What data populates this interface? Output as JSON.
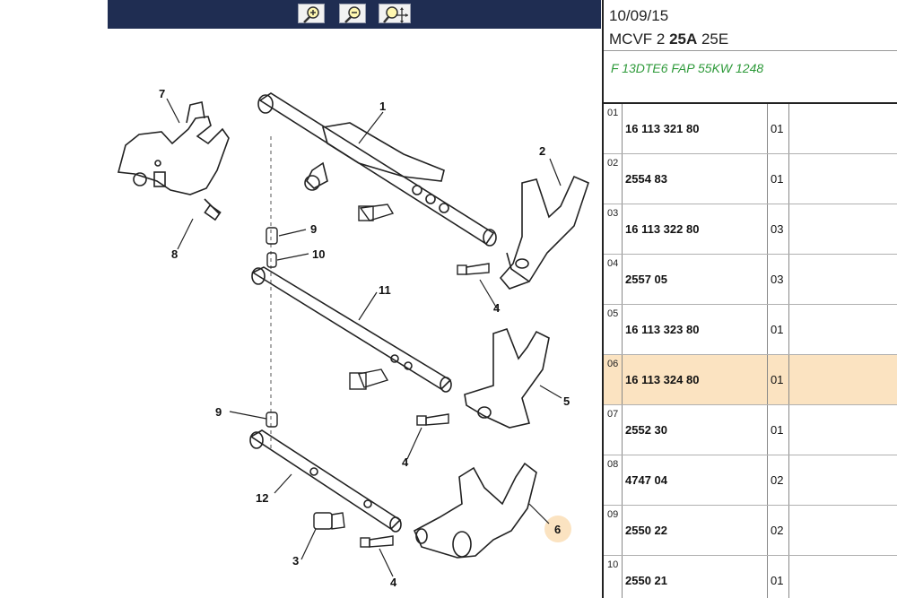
{
  "toolbar": {
    "buttons": [
      {
        "name": "zoom-in-icon"
      },
      {
        "name": "zoom-out-icon"
      },
      {
        "name": "zoom-pan-icon"
      }
    ]
  },
  "header": {
    "date": "10/09/15",
    "model_prefix": "MCVF 2 ",
    "model_bold": "25A",
    "model_suffix": " 25E",
    "engine": "F 13DTE6 FAP 55KW 1248"
  },
  "parts": [
    {
      "index": "01",
      "ref": "16 113 321 80",
      "qty": "01",
      "selected": false
    },
    {
      "index": "02",
      "ref": "2554 83",
      "qty": "01",
      "selected": false
    },
    {
      "index": "03",
      "ref": "16 113 322 80",
      "qty": "03",
      "selected": false
    },
    {
      "index": "04",
      "ref": "2557 05",
      "qty": "03",
      "selected": false
    },
    {
      "index": "05",
      "ref": "16 113 323 80",
      "qty": "01",
      "selected": false
    },
    {
      "index": "06",
      "ref": "16 113 324 80",
      "qty": "01",
      "selected": true
    },
    {
      "index": "07",
      "ref": "2552 30",
      "qty": "01",
      "selected": false
    },
    {
      "index": "08",
      "ref": "4747 04",
      "qty": "02",
      "selected": false
    },
    {
      "index": "09",
      "ref": "2550 22",
      "qty": "02",
      "selected": false
    },
    {
      "index": "10",
      "ref": "2550 21",
      "qty": "01",
      "selected": false
    }
  ],
  "diagram": {
    "callouts": [
      "1",
      "2",
      "3",
      "4",
      "4",
      "4",
      "5",
      "6",
      "7",
      "8",
      "9",
      "9",
      "10",
      "11",
      "12"
    ],
    "highlight_color": "#fbe3c1",
    "selected_callout": "6"
  },
  "colors": {
    "toolbar_bg": "#1f2d52",
    "selected_row": "#fbe3c1",
    "engine_text": "#2e9a3a"
  }
}
